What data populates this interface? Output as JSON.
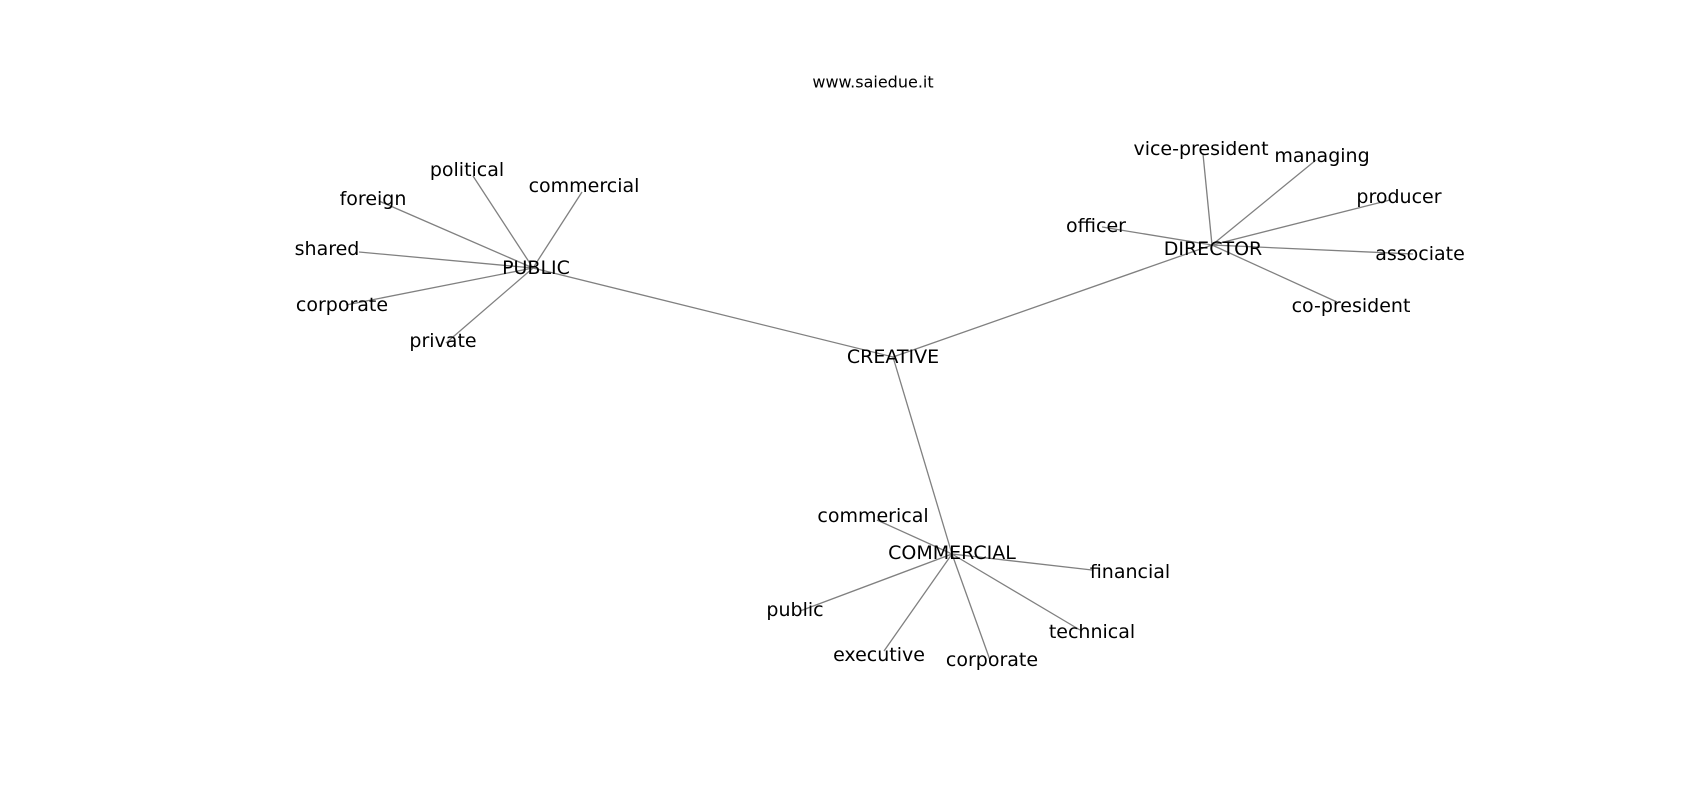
{
  "site_title": "www.saiedue.it",
  "center": "CREATIVE",
  "hubs": [
    {
      "key": "public",
      "label": "PUBLIC",
      "leaves": [
        {
          "key": "political",
          "label": "political"
        },
        {
          "key": "commercial",
          "label": "commercial"
        },
        {
          "key": "foreign",
          "label": "foreign"
        },
        {
          "key": "shared",
          "label": "shared"
        },
        {
          "key": "corporate",
          "label": "corporate"
        },
        {
          "key": "private",
          "label": "private"
        }
      ]
    },
    {
      "key": "director",
      "label": "DIRECTOR",
      "leaves": [
        {
          "key": "vice-president",
          "label": "vice-president"
        },
        {
          "key": "managing",
          "label": "managing"
        },
        {
          "key": "producer",
          "label": "producer"
        },
        {
          "key": "officer",
          "label": "officer"
        },
        {
          "key": "associate",
          "label": "associate"
        },
        {
          "key": "co-president",
          "label": "co-president"
        }
      ]
    },
    {
      "key": "commercial",
      "label": "COMMERCIAL",
      "leaves": [
        {
          "key": "commerical",
          "label": "commerical"
        },
        {
          "key": "financial",
          "label": "financial"
        },
        {
          "key": "public",
          "label": "public"
        },
        {
          "key": "technical",
          "label": "technical"
        },
        {
          "key": "executive",
          "label": "executive"
        },
        {
          "key": "corporate",
          "label": "corporate"
        }
      ]
    }
  ]
}
